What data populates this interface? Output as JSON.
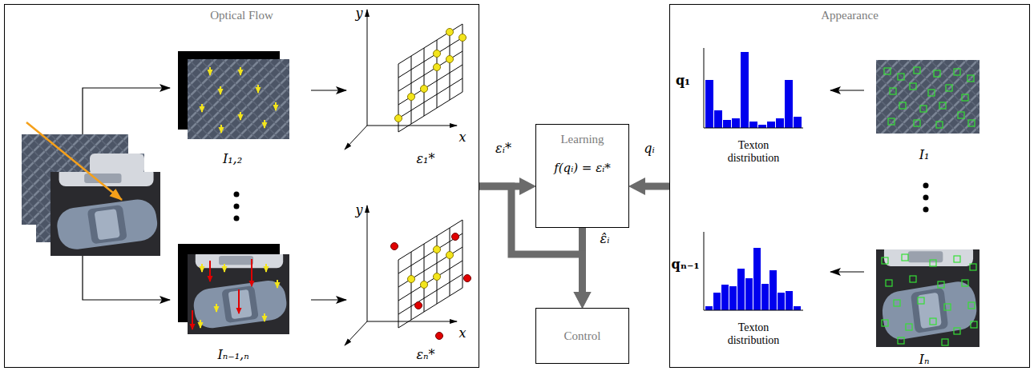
{
  "diagram": {
    "nodes": [
      {
        "text": [
          "Optical Flow"
        ]
      },
      {
        "text": [
          "Learning",
          "f(qᵢ) = εᵢ*"
        ]
      },
      {
        "text": [
          "Control"
        ]
      },
      {
        "text": [
          "Appearance"
        ]
      }
    ],
    "edges": [
      {
        "from": 0,
        "to": 1,
        "arrow": "to",
        "label": "εᵢ*"
      },
      {
        "from": 3,
        "to": 1,
        "arrow": "to",
        "label": "qᵢ"
      },
      {
        "from": 1,
        "to": 2,
        "arrow": "to",
        "label": "ε̂ᵢ"
      },
      {
        "from": 0,
        "to": 2,
        "arrow": "to"
      }
    ],
    "labels": [
      "y",
      "x",
      "I₁,₂",
      "ε₁*",
      "Iₙ₋₁,ₙ",
      "y",
      "x",
      "εₙ*",
      "q₁",
      "Texton distribution",
      "I₁",
      "qₙ₋₁",
      "Texton distribution",
      "Iₙ"
    ]
  }
}
